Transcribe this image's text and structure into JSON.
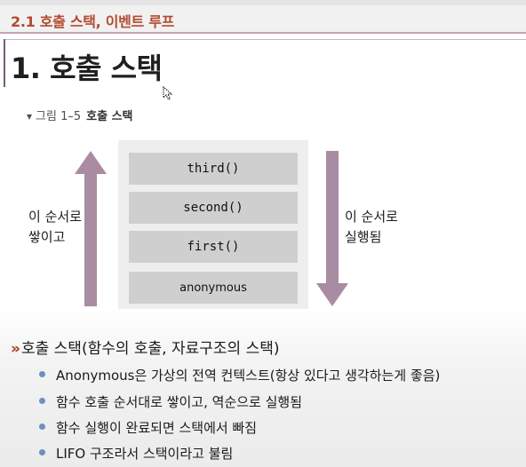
{
  "section": {
    "title": "2.1 호출 스택, 이벤트 루프"
  },
  "page": {
    "title": "1. 호출 스택"
  },
  "figure": {
    "caption_icon": "chevron-down-icon",
    "caption_label": "그림 1–5",
    "caption_title": "호출 스택",
    "stack": [
      "third()",
      "second()",
      "first()",
      "anonymous"
    ],
    "left_label": [
      "이 순서로",
      "쌓이고"
    ],
    "right_label": [
      "이 순서로",
      "실행됨"
    ],
    "arrow_color": "#a98ba2"
  },
  "bullets": {
    "marker": "»",
    "main": "호출 스택(함수의 호출, 자료구조의 스택)",
    "items": [
      "Anonymous은 가상의 전역 컨텍스트(항상 있다고 생각하는게 좋음)",
      "함수 호출 순서대로 쌓이고, 역순으로 실행됨",
      "함수 실행이 완료되면 스택에서 빠짐",
      "LIFO 구조라서 스택이라고 불림"
    ]
  },
  "colors": {
    "section_title": "#b24a2f",
    "bullet_marker": "#a83a2a",
    "sub_bullet_dot": "#6f8fc4",
    "stack_cell": "#cfcfcf",
    "stack_panel": "#eeeeee"
  }
}
